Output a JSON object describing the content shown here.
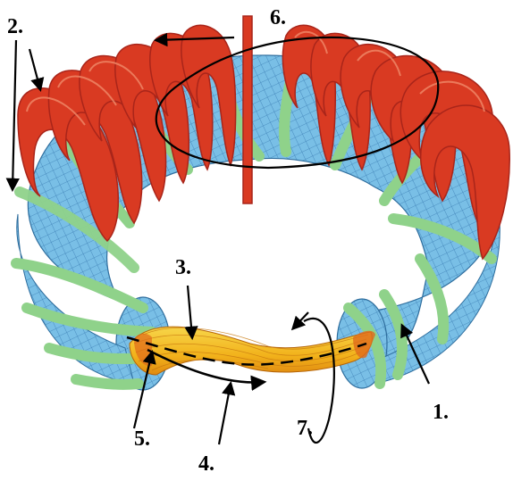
{
  "labels": {
    "l1": "1.",
    "l2": "2.",
    "l3": "3.",
    "l4": "4.",
    "l5": "5.",
    "l6": "6.",
    "l7": "7."
  },
  "colors": {
    "plasma_vessel": "#79bfe6",
    "vessel_grid": "#3d7fb5",
    "poloidal_coils": "#8fd28a",
    "toroidal_coils": "#d93a22",
    "toroidal_coil_highlight": "#f08a6a",
    "plasma_section": "#f2c21b",
    "arrows": "#000000"
  }
}
